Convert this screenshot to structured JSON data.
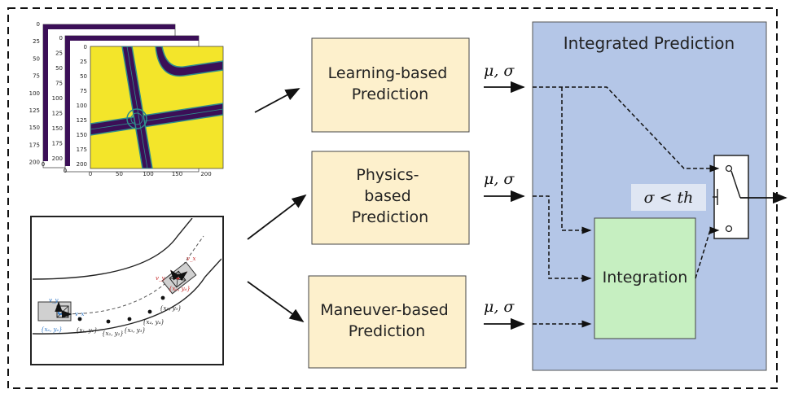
{
  "boxes": {
    "learning": "Learning-based\nPrediction",
    "physics": "Physics-\nbased\nPrediction",
    "maneuver": "Maneuver-based\nPrediction",
    "integrated_title": "Integrated Prediction",
    "integration": "Integration"
  },
  "labels": {
    "mu_sigma": "μ, σ",
    "threshold": "σ < th"
  },
  "map_plot": {
    "ticks_y_back": [
      "0",
      "25",
      "50",
      "75",
      "100",
      "125",
      "150",
      "175",
      "200"
    ],
    "ticks_y_mid": [
      "0",
      "25",
      "50",
      "75",
      "100",
      "125",
      "150",
      "175",
      "200"
    ],
    "ticks_y_front": [
      "0",
      "25",
      "50",
      "75",
      "100",
      "125",
      "150",
      "175",
      "200"
    ],
    "ticks_x_front": [
      "0",
      "50",
      "100",
      "150",
      "200"
    ],
    "ticks_x_back": [
      "0"
    ],
    "ticks_x_mid": [
      "0"
    ]
  },
  "trajectory": {
    "points": [
      "{x₁, y₁}",
      "{x₂, y₂}",
      "{x₃, y₃}",
      "{x₄, y₄}",
      "{x₅, y₅}"
    ],
    "start_pos": "{xₑ, yₑ}",
    "end_pos": "{x₆, y₆}",
    "vel_start_y": "v_y",
    "vel_start_x": "v_x",
    "vel_end_x": "v_x",
    "vel_end_y": "v_y"
  },
  "colors": {
    "box_fill": "#fdf0cc",
    "integrated_fill": "#b4c6e7",
    "integration_fill": "#c6efc1",
    "map_yellow": "#f3e52a",
    "map_purple": "#3b0f57",
    "map_teal": "#2f8d8b"
  }
}
